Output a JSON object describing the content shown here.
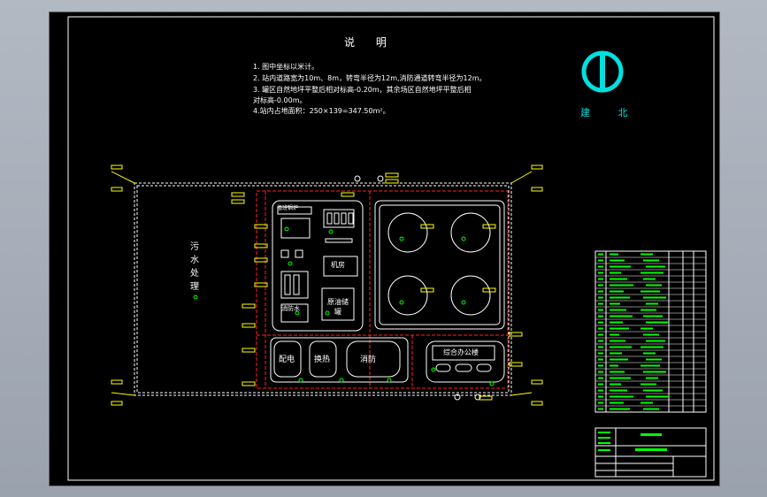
{
  "drawing": {
    "title": "说 明",
    "notes": [
      "1. 图中坐标以米计。",
      "2. 站内道路宽为10m、8m，转弯半径为12m,消防通道转弯半径为12m。",
      "3. 罐区自然地坪平整后相对标高-0.20m，其余场区自然地坪平整后相",
      "对标高-0.00m。",
      "4.站内占地面积：250×139=347.50m²。"
    ],
    "north_label": "建 北",
    "wastewater_label": "污水处理",
    "rooms": {
      "r1": "值班锅炉",
      "r2": "消防水",
      "r3": "机房",
      "r4": "原油储罐",
      "r5": "配电",
      "r6": "换热",
      "r7": "消防",
      "r8": "综合办公楼"
    }
  },
  "colors": {
    "frame": "#ffffff",
    "fence": "#ffffff",
    "boundary": "#ff2020",
    "dimension": "#ffff00",
    "marker": "#00ff00",
    "north_arrow": "#00e0e0"
  },
  "icons": [
    "north-arrow-icon"
  ]
}
